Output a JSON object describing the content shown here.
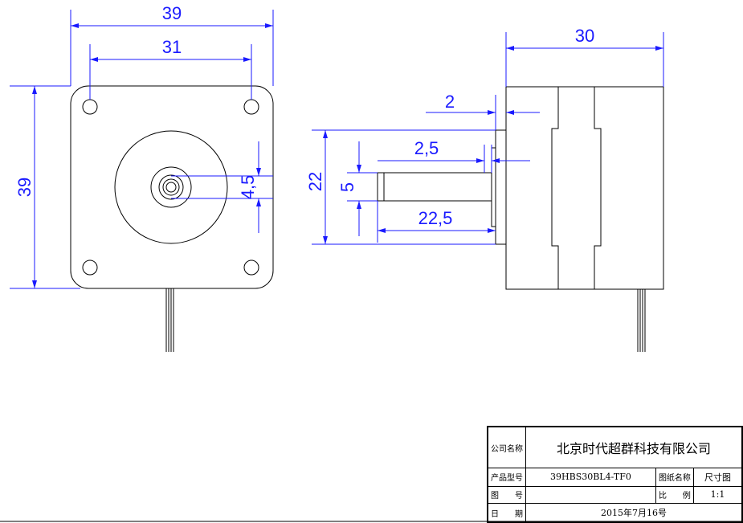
{
  "dimensions": {
    "front_width": "39",
    "front_hole_spacing": "31",
    "front_height": "39",
    "shaft_diameter": "4,5",
    "side_length": "30",
    "flange_thickness": "2",
    "flat_depth": "2,5",
    "boss_diameter": "22",
    "shaft_flat_width": "5",
    "shaft_length": "22,5"
  },
  "title_block": {
    "company_label": "公司名称",
    "company_name": "北京时代超群科技有限公司",
    "product_model_label": "产品型号",
    "product_model": "39HBS30BL4-TF0",
    "drawing_name_label": "图纸名称",
    "drawing_name": "尺寸图",
    "drawing_number_label": "图　　号",
    "drawing_number": "",
    "scale_label": "比　　例",
    "scale": "1:1",
    "date_label": "日　　期",
    "date": "2015年7月16号"
  },
  "colors": {
    "dimension": "#1a1aff",
    "outline": "#000000"
  }
}
